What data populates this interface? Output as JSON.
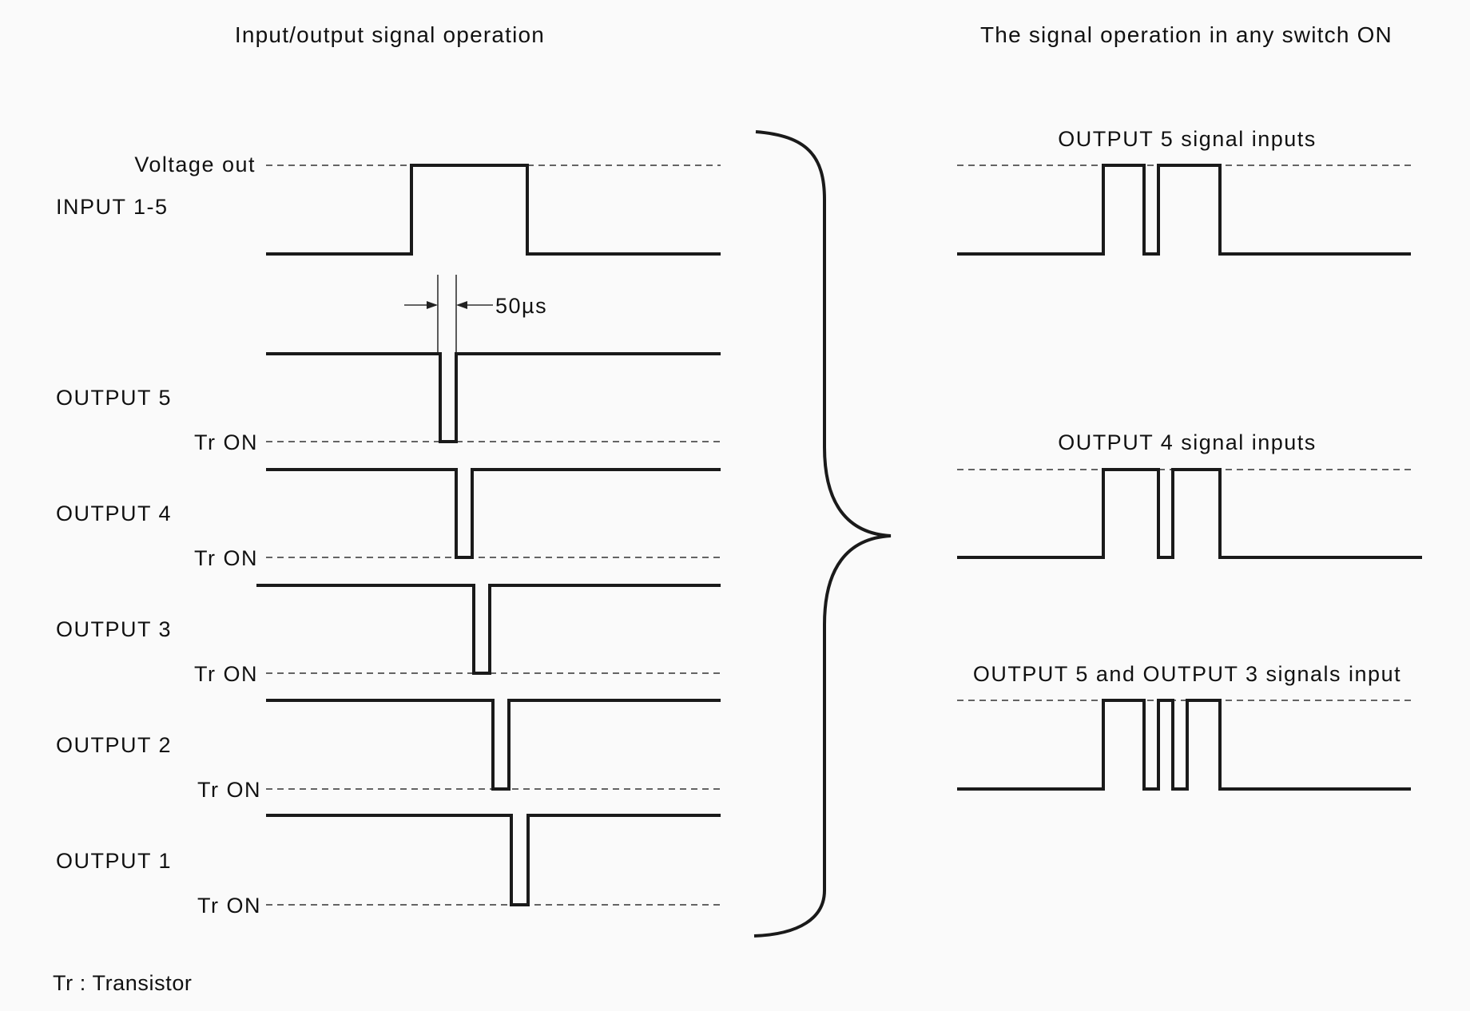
{
  "titles": {
    "left": "Input/output signal operation",
    "right": "The signal operation in any switch ON"
  },
  "left": {
    "voltage_out_label": "Voltage out",
    "input_label": "INPUT 1-5",
    "width_annotation": "50µs",
    "outputs": [
      {
        "label": "OUTPUT 5",
        "tr_label": "Tr ON"
      },
      {
        "label": "OUTPUT 4",
        "tr_label": "Tr ON"
      },
      {
        "label": "OUTPUT 3",
        "tr_label": "Tr ON"
      },
      {
        "label": "OUTPUT 2",
        "tr_label": "Tr ON"
      },
      {
        "label": "OUTPUT 1",
        "tr_label": "Tr ON"
      }
    ]
  },
  "right": {
    "cases": [
      {
        "label": "OUTPUT 5 signal inputs"
      },
      {
        "label": "OUTPUT 4 signal inputs"
      },
      {
        "label": "OUTPUT 5 and OUTPUT 3 signals input"
      }
    ]
  },
  "footnote": "Tr : Transistor"
}
